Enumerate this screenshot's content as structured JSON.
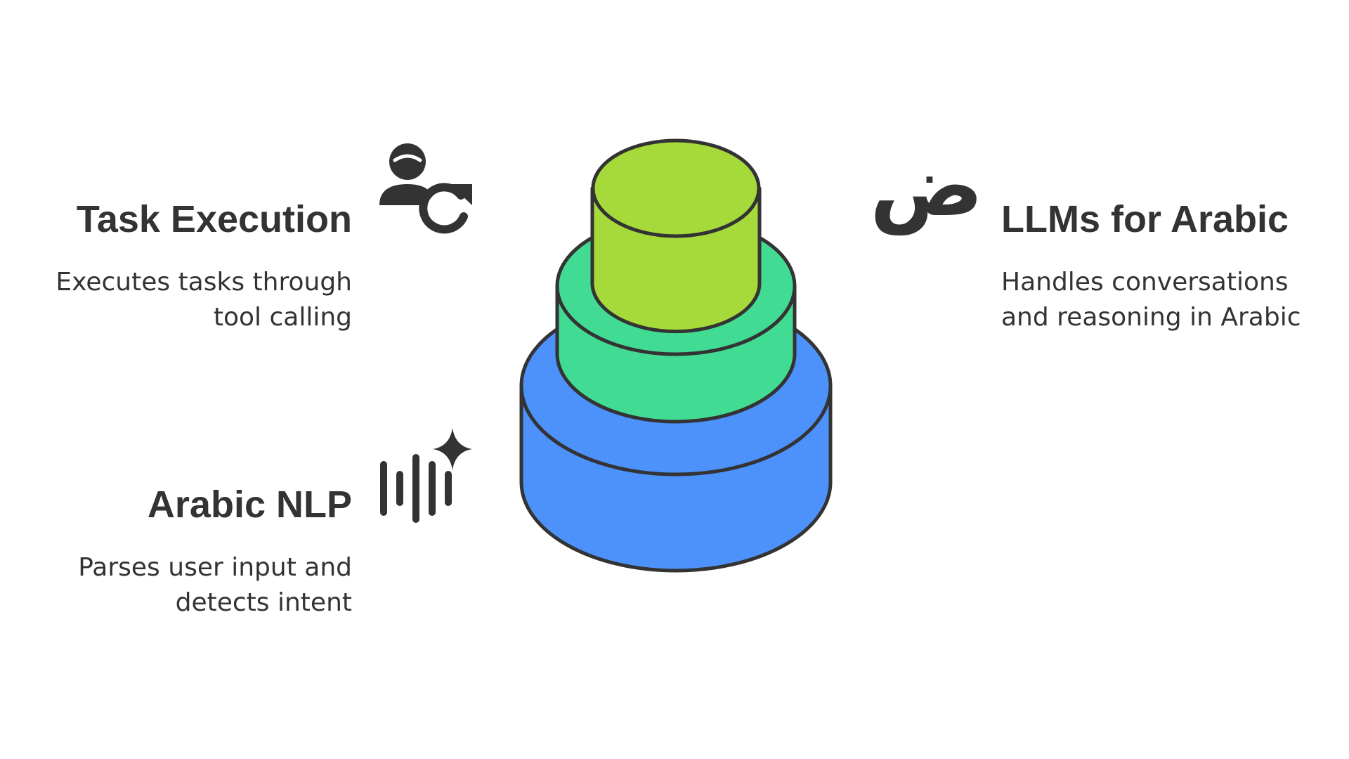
{
  "layers": [
    {
      "id": "llms",
      "title": "LLMs for Arabic",
      "description_lines": [
        "Handles conversations",
        "and reasoning in Arabic"
      ],
      "icon": "arabic-letter-dad-icon",
      "glyph": "ض",
      "color": "#A6D93A"
    },
    {
      "id": "task",
      "title": "Task Execution",
      "description_lines": [
        "Executes tasks through",
        "tool calling"
      ],
      "icon": "user-refresh-icon",
      "color": "#42DB93"
    },
    {
      "id": "nlp",
      "title": "Arabic NLP",
      "description_lines": [
        "Parses user input and",
        "detects intent"
      ],
      "icon": "voice-sparkle-icon",
      "color": "#4D91FA"
    }
  ],
  "stroke_color": "#333333"
}
